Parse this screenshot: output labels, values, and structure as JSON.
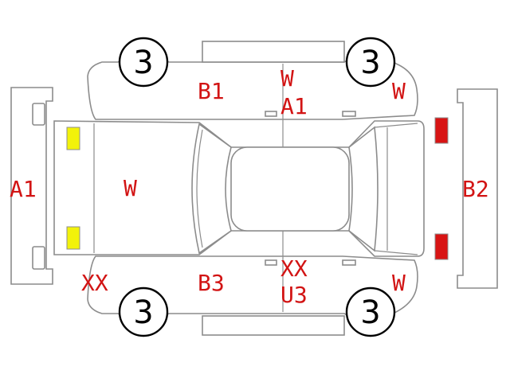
{
  "colors": {
    "outline": "#8c8c8c",
    "damage_code": "#d21414",
    "headlight_marker": "#f2f20a",
    "taillight_marker": "#d81414"
  },
  "icons": {
    "headlight": "yellow-rectangle",
    "taillight": "red-rectangle"
  },
  "tyres": {
    "front_left": "3",
    "rear_left": "3",
    "front_right": "3",
    "rear_right": "3"
  },
  "codes": {
    "front_bumper": "A1",
    "rear_bumper": "B2",
    "hood": "W",
    "front_left_corner": "XX",
    "left_front_fender": "B1",
    "left_front_door_1": "W",
    "left_front_door_2": "A1",
    "left_rear_quarter": "W",
    "right_front_fender": "B3",
    "right_front_door_1": "XX",
    "right_front_door_2": "U3",
    "right_rear_quarter": "W"
  }
}
